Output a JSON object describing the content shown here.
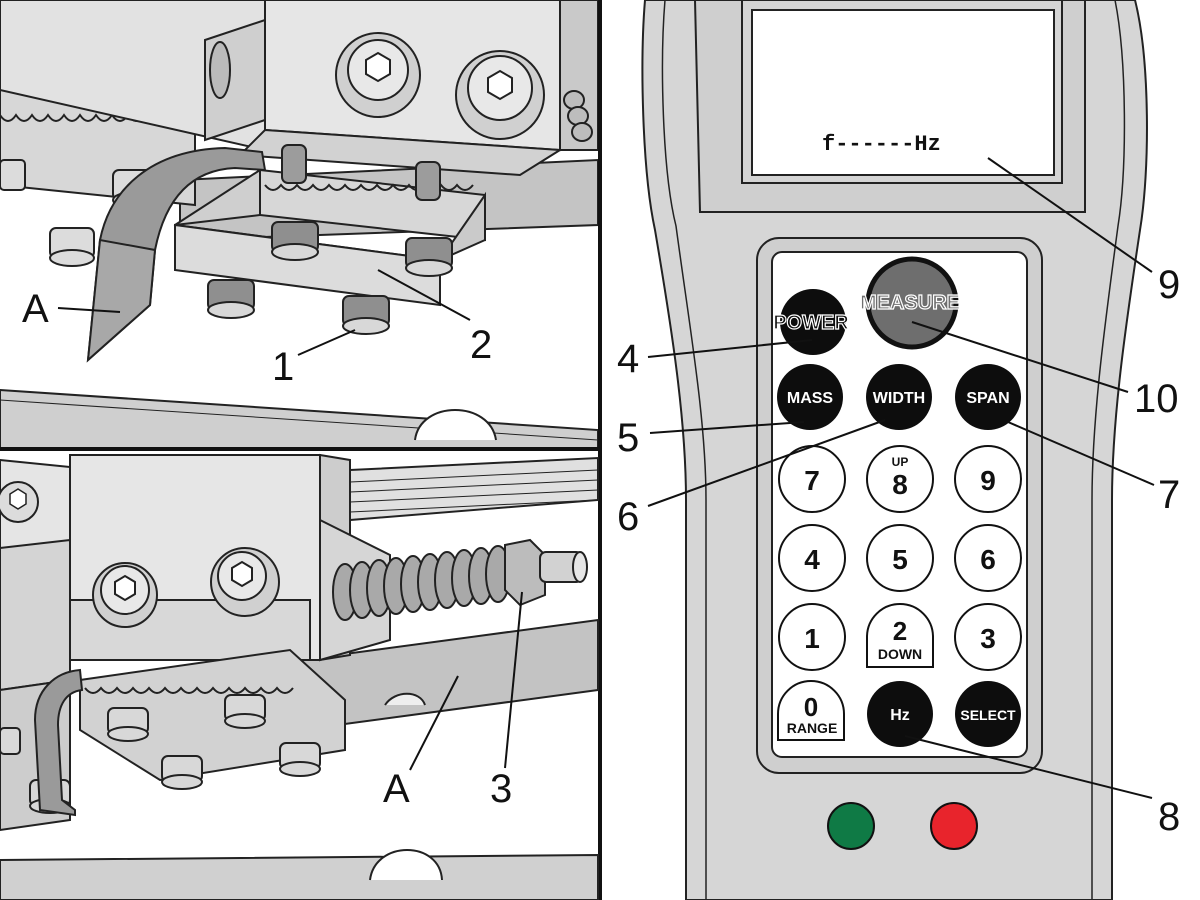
{
  "colors": {
    "panel_bg": "#ffffff",
    "metal_light": "#e4e4e4",
    "metal_mid": "#c8c8c8",
    "metal_dark": "#8c8c8c",
    "device_body": "#d6d6d6",
    "key_black": "#0d0d0d",
    "key_measure": "#6e6e6e",
    "led_green": "#0f7a45",
    "led_red": "#e8242c"
  },
  "top_left_panel": {
    "labels": {
      "A": "A",
      "1": "1",
      "2": "2"
    }
  },
  "bottom_left_panel": {
    "labels": {
      "A": "A",
      "3": "3"
    }
  },
  "device": {
    "display_text": "f------Hz",
    "callouts": {
      "power": "4",
      "mass": "5",
      "width": "6",
      "span": "7",
      "hz": "8",
      "display": "9",
      "measure": "10"
    },
    "keys": {
      "measure": "MEASURE",
      "power": "POWER",
      "mass": "MASS",
      "width": "WIDTH",
      "span": "SPAN",
      "k7": "7",
      "k8": "8",
      "k8_sub": "UP",
      "k9": "9",
      "k4": "4",
      "k5": "5",
      "k6": "6",
      "k1": "1",
      "k2": "2",
      "k2_sub": "DOWN",
      "k3": "3",
      "k0": "0",
      "k0_sub": "RANGE",
      "hz": "Hz",
      "select": "SELECT"
    },
    "indicators": [
      "green-led-icon",
      "red-led-icon"
    ]
  }
}
